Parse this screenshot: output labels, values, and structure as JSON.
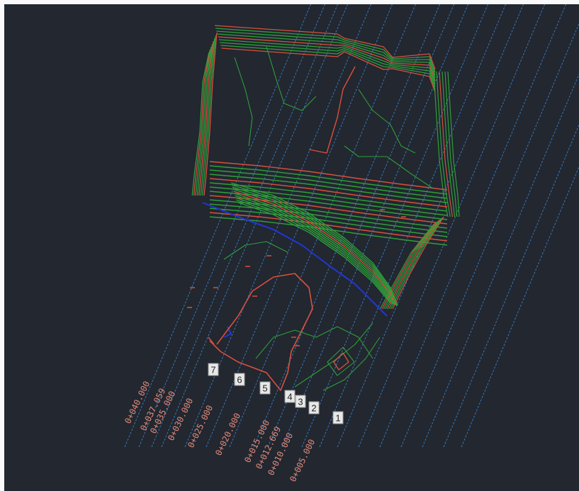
{
  "colors": {
    "background": "#222730",
    "alignment_lines": "#3b7fc4",
    "major_contour": "#d9503c",
    "minor_contour": "#2f9e3a",
    "toe_line": "#2236d6",
    "station_label": "#e08a7a"
  },
  "station_labels": [
    "0+040.000",
    "0+037.059",
    "0+035.000",
    "0+030.000",
    "0+025.000",
    "0+020.000",
    "0+015.000",
    "0+012.669",
    "0+010.000",
    "0+005.000"
  ],
  "section_markers": [
    "7",
    "6",
    "5",
    "4",
    "3",
    "2",
    "1"
  ]
}
